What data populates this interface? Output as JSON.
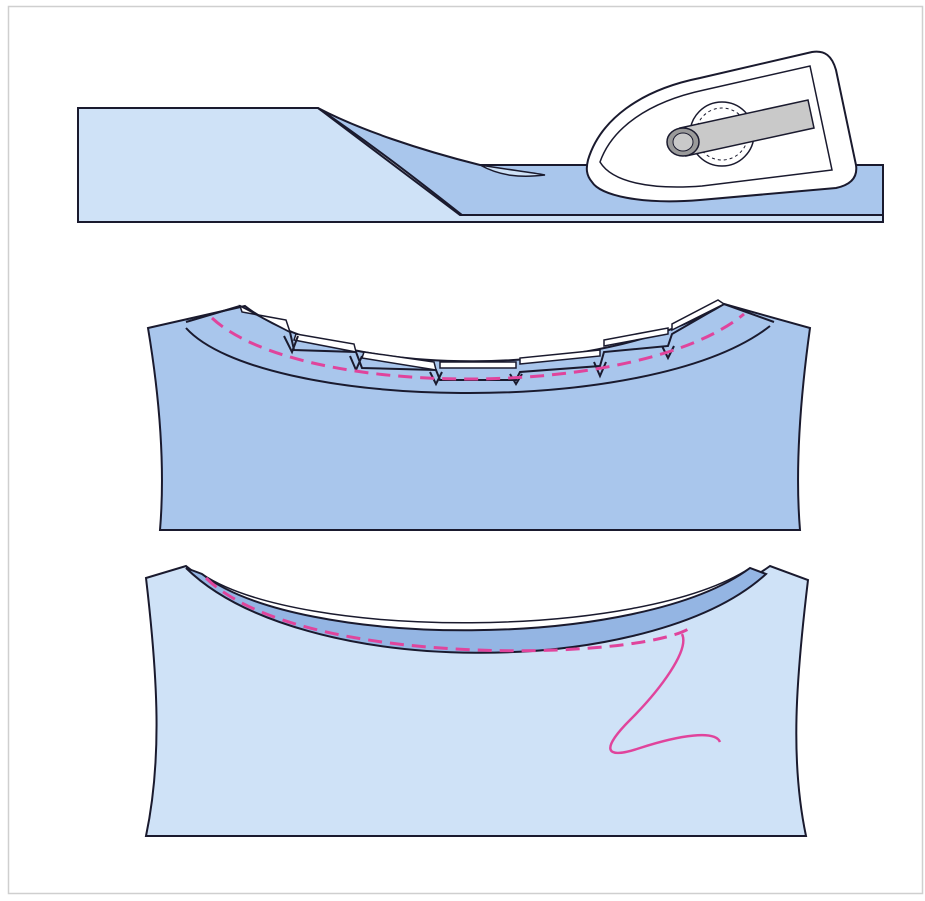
{
  "colors": {
    "frame": "#cfcfcf",
    "background": "#ffffff",
    "fabric_light": "#cfe2f7",
    "fabric_mid": "#a9c6ec",
    "fabric_dark": "#94b5e3",
    "outline": "#1a1a2e",
    "stitch": "#e0449c",
    "iron_body": "#ffffff",
    "iron_handle": "#c9c9c9",
    "iron_handle_dark": "#9a9a9a"
  },
  "panels": [
    {
      "id": "step-1",
      "content": "iron-pressing-facing"
    },
    {
      "id": "step-2",
      "content": "clipped-neckline-seam"
    },
    {
      "id": "step-3",
      "content": "understitched-facing"
    }
  ],
  "icons": [
    "iron-icon",
    "stitch-line",
    "thread-tail"
  ]
}
